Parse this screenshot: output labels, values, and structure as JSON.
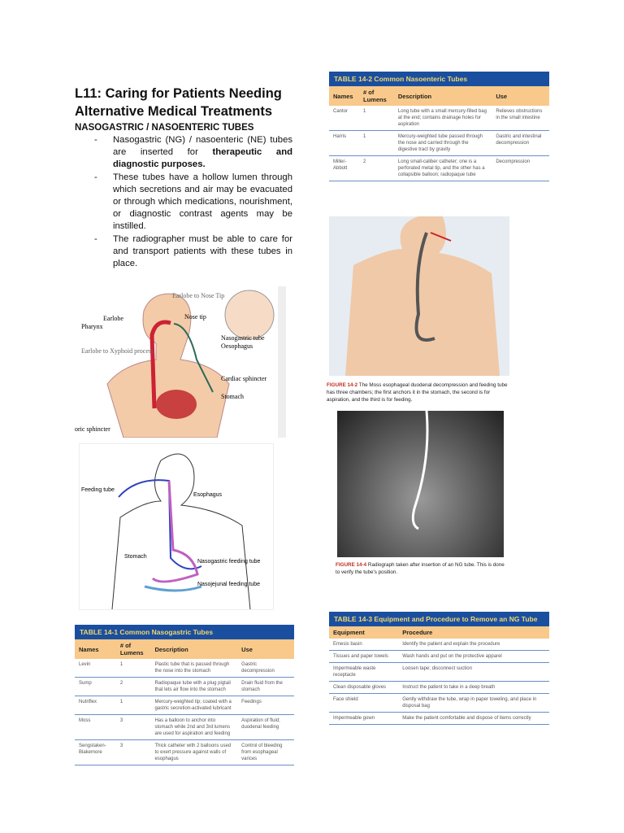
{
  "title": "L11: Caring for Patients Needing Alternative Medical Treatments",
  "section": "NASOGASTRIC / NASOENTERIC TUBES",
  "bullets": [
    {
      "pre": "Nasogastric (NG) / nasoenteric (NE) tubes are inserted for ",
      "bold": "therapeutic and diagnostic purposes."
    },
    {
      "pre": "These tubes have a hollow lumen through which secretions and air may be evacuated or through which medications, nourishment, or diagnostic contrast agents may be instilled.",
      "bold": ""
    },
    {
      "pre": "The radiographer must be able to care for  and transport patients with these tubes in place.",
      "bold": ""
    }
  ],
  "fig1": {
    "labels": [
      "Earlobe to Nose Tip",
      "Nose tip",
      "Earlobe",
      "Pharynx",
      "Earlobe to Xyphoid process",
      "Nasogastric tube",
      "Oesophagus",
      "Cardiac sphincter",
      "Stomach",
      "oric sphincter"
    ]
  },
  "fig2": {
    "labels": [
      "Feeding tube",
      "Esophagus",
      "Stomach",
      "Nasogastric feeding tube",
      "Nasojejunal feeding tube"
    ]
  },
  "table1": {
    "title": "TABLE 14-1   Common Nasogastric Tubes",
    "headers": [
      "Names",
      "# of Lumens",
      "Description",
      "Use"
    ],
    "rows": [
      [
        "Levin",
        "1",
        "Plastic tube that is passed through the nose into the stomach",
        "Gastric decompression"
      ],
      [
        "Sump",
        "2",
        "Radiopaque tube with a plug pigtail that lets air flow into the stomach",
        "Drain fluid from the stomach"
      ],
      [
        "Nutriflex",
        "1",
        "Mercury-weighted tip; coated with a gastric secretion-activated lubricant",
        "Feedings"
      ],
      [
        "Moss",
        "3",
        "Has a balloon to anchor into stomach while 2nd and 3rd lumens are used for aspiration and feeding",
        "Aspiration of fluid; duodenal feeding"
      ],
      [
        "Sengstaken-Blakemore",
        "3",
        "Thick catheter with 2 balloons used to exert pressure against walls of esophagus",
        "Control of bleeding from esophageal varices"
      ]
    ]
  },
  "table2": {
    "title": "TABLE 14-2   Common Nasoenteric Tubes",
    "headers": [
      "Names",
      "# of Lumens",
      "Description",
      "Use"
    ],
    "rows": [
      [
        "Cantor",
        "1",
        "Long tube with a small mercury-filled bag at the end; contains drainage holes for aspiration",
        "Relieves obstructions in the small intestine"
      ],
      [
        "Harris",
        "1",
        "Mercury-weighted tube passed through the nose and carried through the digestive tract by gravity",
        "Gastric and intestinal decompression"
      ],
      [
        "Miller-Abbott",
        "2",
        "Long small-caliber catheter; one is a perforated metal tip, and the other has a collapsible balloon; radiopaque tube",
        "Decompression"
      ]
    ]
  },
  "fig142": {
    "label": "FIGURE 14-2",
    "text": "The Moss esophageal duodenal decompression and feeding tube has three chambers; the first anchors it in the stomach, the second is for aspiration, and the third is for feeding."
  },
  "fig144": {
    "label": "FIGURE 14-4",
    "text": "Radiograph taken after insertion of an NG tube. This is done to verify the tube's position."
  },
  "table3": {
    "title": "TABLE 14-3   Equipment and Procedure to Remove an NG Tube",
    "headers": [
      "Equipment",
      "Procedure"
    ],
    "rows": [
      [
        "Emesis basin",
        "Identify the patient and explain the procedure"
      ],
      [
        "Tissues and paper towels",
        "Wash hands and put on the protective apparel"
      ],
      [
        "Impermeable waste receptacle",
        "Loosen tape; disconnect suction"
      ],
      [
        "Clean disposable gloves",
        "Instruct the patient to take in a deep breath"
      ],
      [
        "Face shield",
        "Gently withdraw the tube, wrap in paper toweling, and place in disposal bag"
      ],
      [
        "Impermeable gown",
        "Make the patient comfortable and dispose of items correctly"
      ]
    ]
  }
}
